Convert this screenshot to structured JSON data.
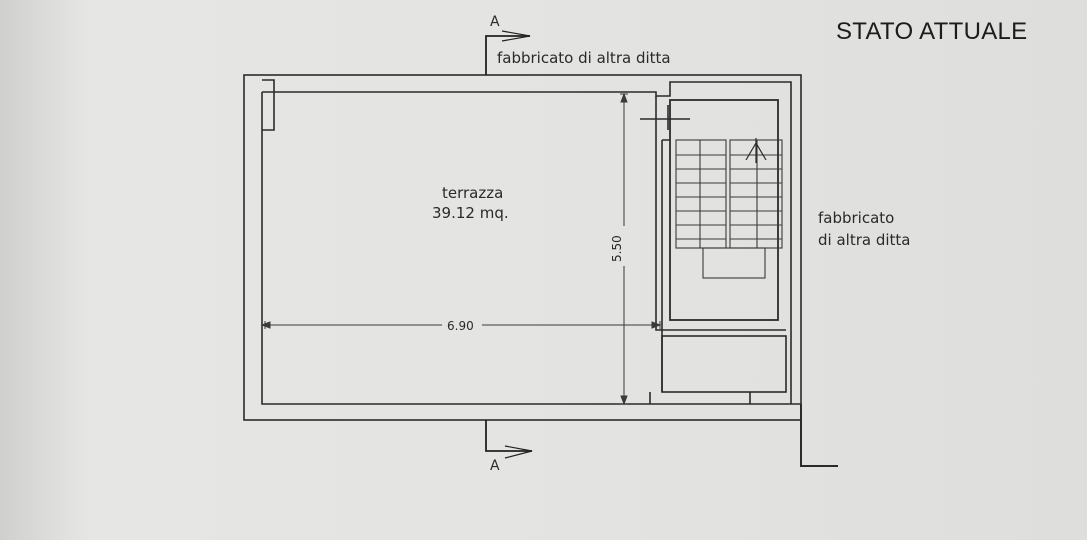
{
  "title": "STATO ATTUALE",
  "labels": {
    "neighbor_top": "fabbricato di altra ditta",
    "neighbor_right_line1": "fabbricato",
    "neighbor_right_line2": "di altra ditta",
    "room_name": "terrazza",
    "room_area": "39.12 mq.",
    "dim_width": "6.90",
    "dim_height": "5.50",
    "section_top": "A",
    "section_bottom": "A"
  },
  "colors": {
    "ink": "#2a2a2a",
    "paper": "#e4e4e2"
  }
}
